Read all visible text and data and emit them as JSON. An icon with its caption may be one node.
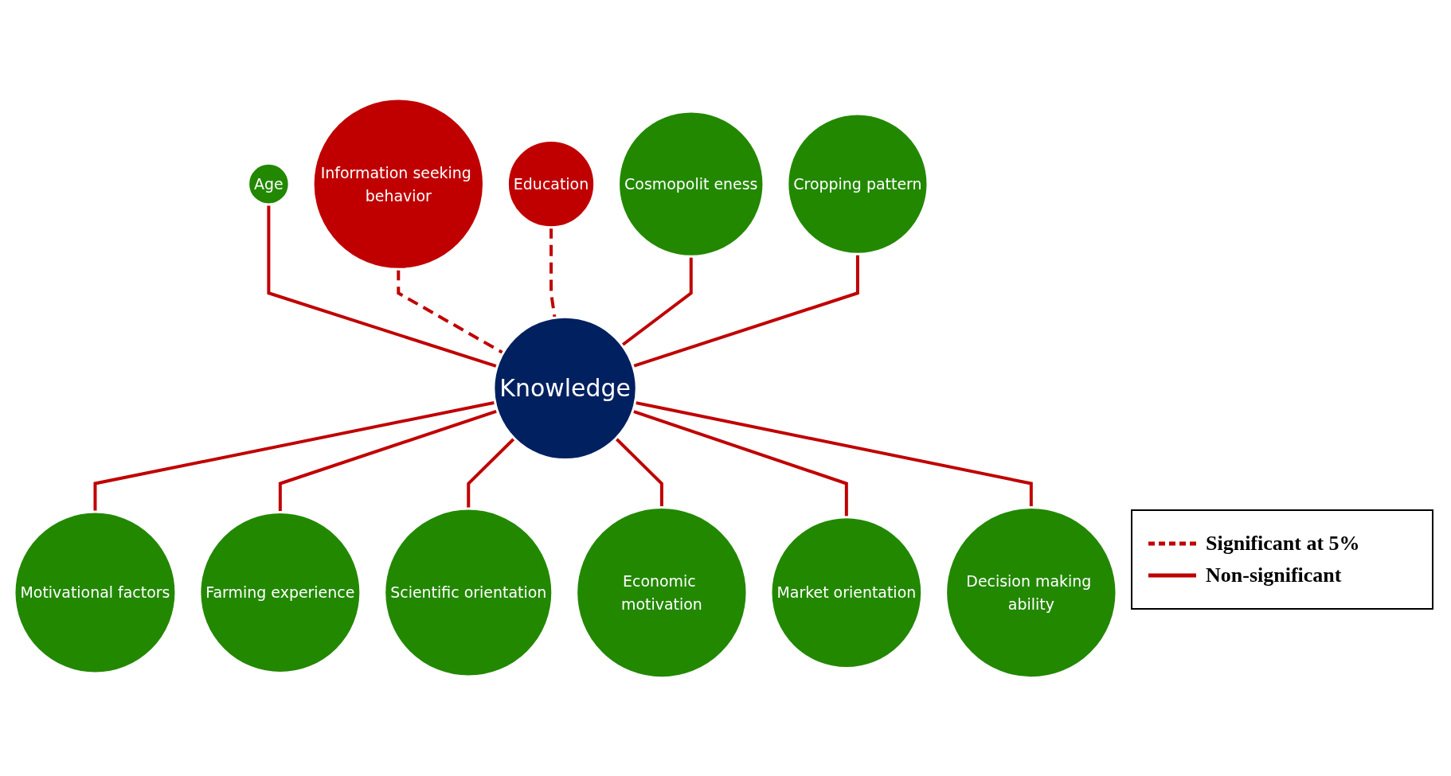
{
  "diagram": {
    "nodes": [
      {
        "text": [
          "Age"
        ]
      },
      {
        "text": [
          "Information seeking behavior"
        ]
      },
      {
        "text": [
          "Education"
        ]
      },
      {
        "text": [
          "Cosmopolit eness"
        ]
      },
      {
        "text": [
          "Cropping pattern"
        ]
      },
      {
        "text": [
          "Knowledge"
        ]
      },
      {
        "text": [
          "Motivational factors"
        ]
      },
      {
        "text": [
          "Farming experience"
        ]
      },
      {
        "text": [
          "Scientific orientation"
        ]
      },
      {
        "text": [
          "Economic motivation"
        ]
      },
      {
        "text": [
          "Market orientation"
        ]
      },
      {
        "text": [
          "Decision making ability"
        ]
      }
    ],
    "edges": [
      {
        "from": 0,
        "to": 5,
        "arrow": "none"
      },
      {
        "from": 1,
        "to": 5,
        "arrow": "none",
        "style": "dashed"
      },
      {
        "from": 2,
        "to": 5,
        "arrow": "none",
        "style": "dashed"
      },
      {
        "from": 3,
        "to": 5,
        "arrow": "none"
      },
      {
        "from": 4,
        "to": 5,
        "arrow": "none"
      },
      {
        "from": 5,
        "to": 6,
        "arrow": "none"
      },
      {
        "from": 5,
        "to": 7,
        "arrow": "none"
      },
      {
        "from": 5,
        "to": 8,
        "arrow": "none"
      },
      {
        "from": 5,
        "to": 9,
        "arrow": "none"
      },
      {
        "from": 5,
        "to": 10,
        "arrow": "none"
      },
      {
        "from": 5,
        "to": 11,
        "arrow": "none"
      }
    ],
    "legend": [
      {
        "text": "Significant at 5%"
      },
      {
        "text": "Non-significant"
      }
    ]
  }
}
